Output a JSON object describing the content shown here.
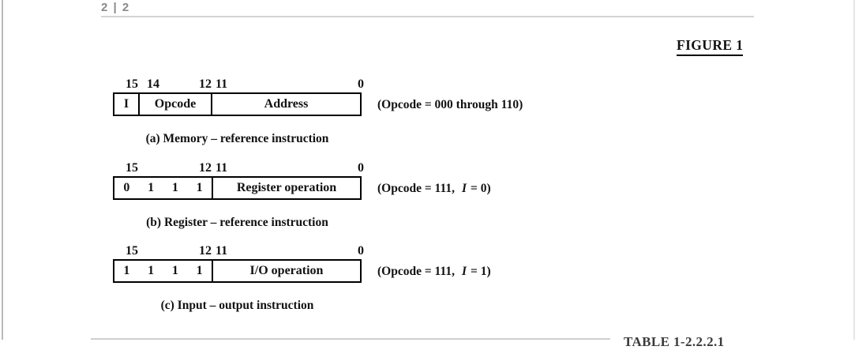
{
  "header": {
    "page_indicator": "2 | 2"
  },
  "figure_title": "FIGURE 1",
  "diagrams": [
    {
      "bits": {
        "b15": "15",
        "b14": "14",
        "b12": "12",
        "b11": "11",
        "b0": "0"
      },
      "cells": {
        "c1": "I",
        "c2": "Opcode",
        "c3": "Address"
      },
      "note": {
        "pre": "(Opcode = 000 through 110)",
        "var": "",
        "post": ""
      },
      "caption": "(a) Memory – reference instruction"
    },
    {
      "bits": {
        "b15": "15",
        "b12": "12",
        "b11": "11",
        "b0": "0"
      },
      "left_bits": [
        "0",
        "1",
        "1",
        "1"
      ],
      "field": "Register operation",
      "note": {
        "pre": "(Opcode = 111,",
        "var": "I",
        "post": "= 0)"
      },
      "caption": "(b) Register – reference instruction"
    },
    {
      "bits": {
        "b15": "15",
        "b12": "12",
        "b11": "11",
        "b0": "0"
      },
      "left_bits": [
        "1",
        "1",
        "1",
        "1"
      ],
      "field": "I/O operation",
      "note": {
        "pre": "(Opcode = 111,",
        "var": "I",
        "post": "= 1)"
      },
      "caption": "(c) Input – output instruction"
    }
  ],
  "bottom": {
    "table_label": "TABLE 1-2.2.2.1"
  }
}
